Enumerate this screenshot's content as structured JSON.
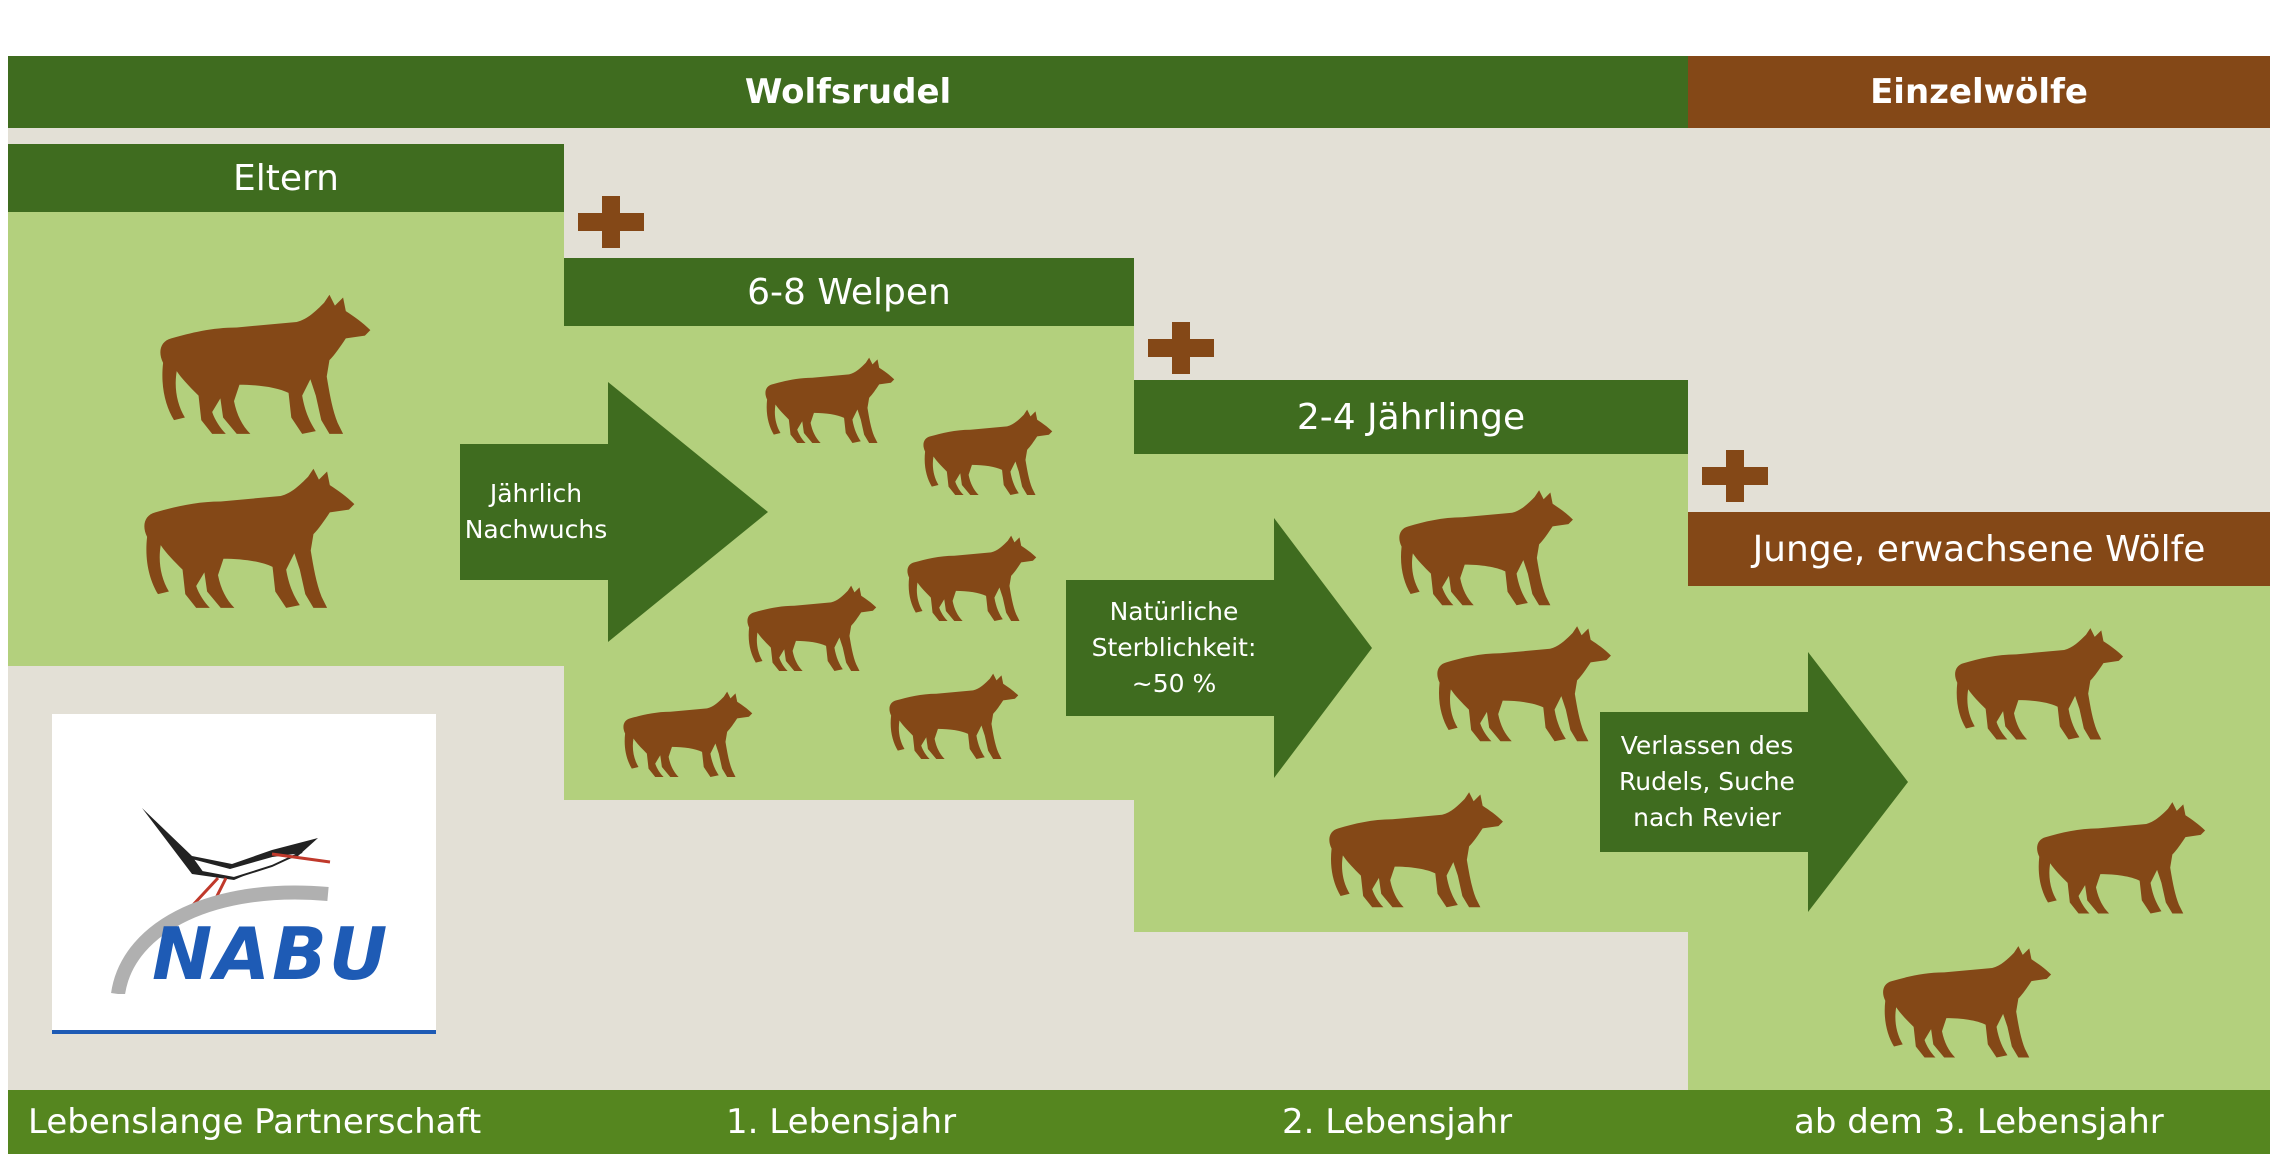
{
  "header": {
    "pack_label": "Wolfsrudel",
    "single_label": "Einzelwölfe"
  },
  "groups": {
    "parents": "Eltern",
    "pups": "6-8 Welpen",
    "yearlings": "2-4 Jährlinge",
    "young_adults": "Junge, erwachsene Wölfe"
  },
  "arrows": {
    "offspring": "Jährlich\nNachwuchs",
    "mortality": "Natürliche\nSterblichkeit:\n~50 %",
    "dispersal": "Verlassen des\nRudels, Suche\nnach Revier"
  },
  "timeline": {
    "partnership": "Lebenslange Partnerschaft",
    "year1": "1. Lebensjahr",
    "year2": "2. Lebensjahr",
    "year3": "ab dem 3. Lebensjahr"
  },
  "logo": {
    "text": "NABU"
  },
  "colors": {
    "beige": "#e3e0d6",
    "dark_green": "#3f6c1f",
    "light_green": "#b3d07d",
    "footer_green": "#55861f",
    "brown": "#844817",
    "wolf": "#844817"
  }
}
